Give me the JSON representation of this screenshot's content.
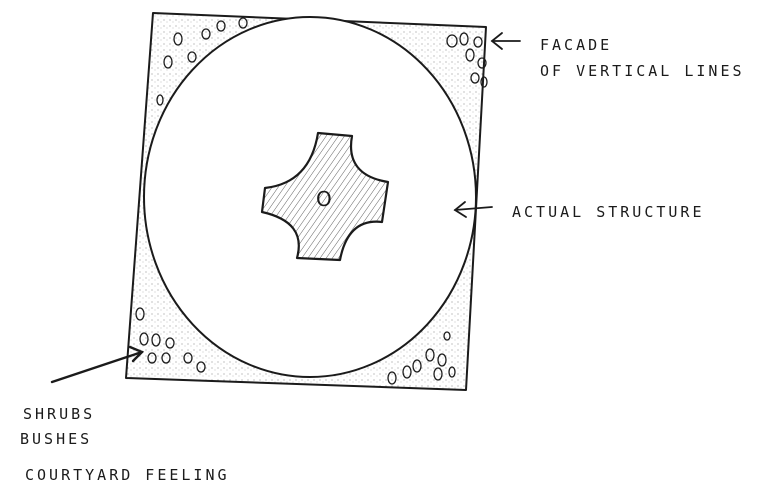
{
  "labels": {
    "facade_line1": "FACADE",
    "facade_line2": "OF VERTICAL LINES",
    "structure": "ACTUAL STRUCTURE",
    "shrubs_line1": "SHRUBS",
    "shrubs_line2": "BUSHES",
    "shrubs_line3": "COURTYARD FEELING",
    "center_mark": "O"
  },
  "colors": {
    "ink": "#1b1b1b",
    "paper": "#ffffff",
    "shading": "#3a3a3a"
  }
}
